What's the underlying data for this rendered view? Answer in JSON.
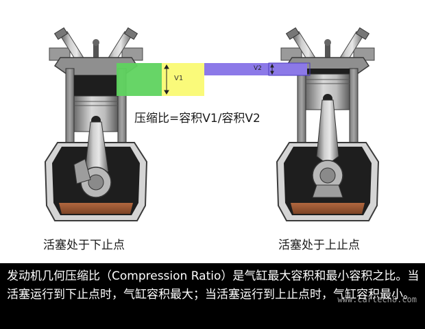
{
  "diagram": {
    "formula": "压缩比=容积V1/容积V2",
    "v1_label": "V1",
    "v2_label": "V2",
    "captions": {
      "left": "活塞处于下止点",
      "right": "活塞处于上止点"
    },
    "colors": {
      "v1_green": "#5fd35f",
      "v1_yellow": "#fafa7a",
      "v2_purple": "#8c79e8",
      "oil": "#9a5a3a",
      "metal": "#8e8e8e",
      "banner_bg": "#000000",
      "banner_text": "#ffffff"
    }
  },
  "banner": {
    "text": "发动机几何压缩比（Compression Ratio）是气缸最大容积和最小容积之比。当活塞运行到下止点时，气缸容积最大；当活塞运行到上止点时，气缸容积最小。"
  },
  "watermark": {
    "text": "www.cartech8.com"
  }
}
